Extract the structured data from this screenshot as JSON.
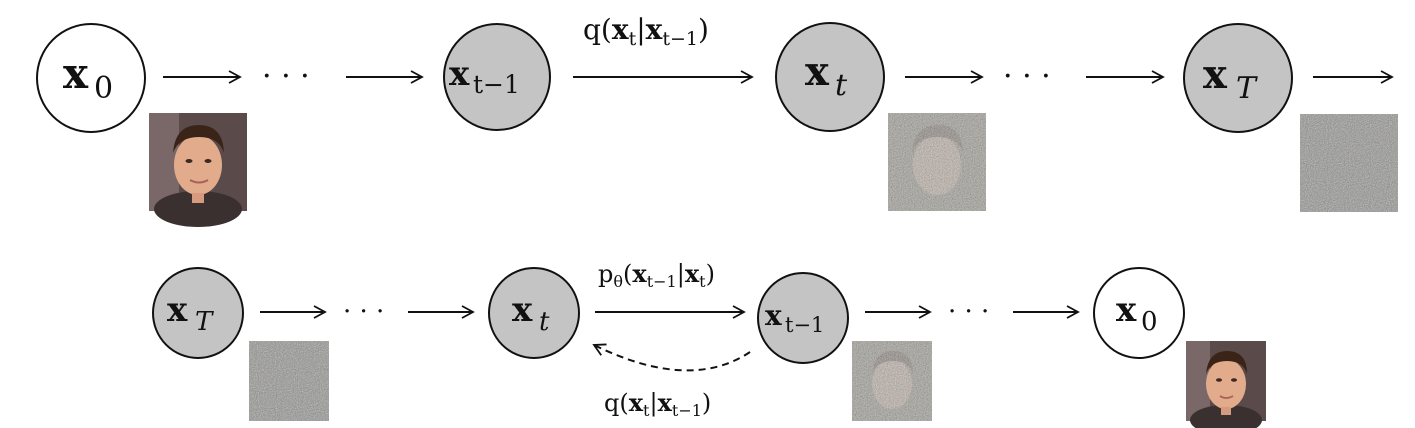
{
  "colors": {
    "observed_node": "#ffffff",
    "latent_node": "#c4c4c4",
    "stroke": "#111111",
    "skin": "#e8b59a",
    "hair": "#3a2418"
  },
  "forward_chain": {
    "nodes": [
      {
        "id": "x0",
        "var": "x",
        "sub": "0",
        "shaded": false,
        "image": "face"
      },
      {
        "id": "xt-1",
        "var": "x",
        "sub": "t−1",
        "shaded": true,
        "image": "none"
      },
      {
        "id": "xt",
        "var": "x",
        "sub": "t",
        "shaded": true,
        "image": "noisy-face"
      },
      {
        "id": "xT",
        "var": "x",
        "sub": "T",
        "shaded": true,
        "image": "noise"
      }
    ],
    "ellipsis": "· · ·",
    "transition_label": {
      "fn": "q(",
      "a": "x",
      "a_sub": "t",
      "bar": "|",
      "b": "x",
      "b_sub": "t−1",
      "close": ")"
    }
  },
  "reverse_chain": {
    "nodes": [
      {
        "id": "xT",
        "var": "x",
        "sub": "T",
        "shaded": true,
        "image": "noise"
      },
      {
        "id": "xt",
        "var": "x",
        "sub": "t",
        "shaded": true,
        "image": "none"
      },
      {
        "id": "xt-1",
        "var": "x",
        "sub": "t−1",
        "shaded": true,
        "image": "noisy-face"
      },
      {
        "id": "x0",
        "var": "x",
        "sub": "0",
        "shaded": false,
        "image": "face"
      }
    ],
    "ellipsis": "· · ·",
    "reverse_label": {
      "fn": "p",
      "fn_sub": "θ",
      "open": "(",
      "a": "x",
      "a_sub": "t−1",
      "bar": "|",
      "b": "x",
      "b_sub": "t",
      "close": ")"
    },
    "forward_label": {
      "fn": "q(",
      "a": "x",
      "a_sub": "t",
      "bar": "|",
      "b": "x",
      "b_sub": "t−1",
      "close": ")"
    }
  }
}
